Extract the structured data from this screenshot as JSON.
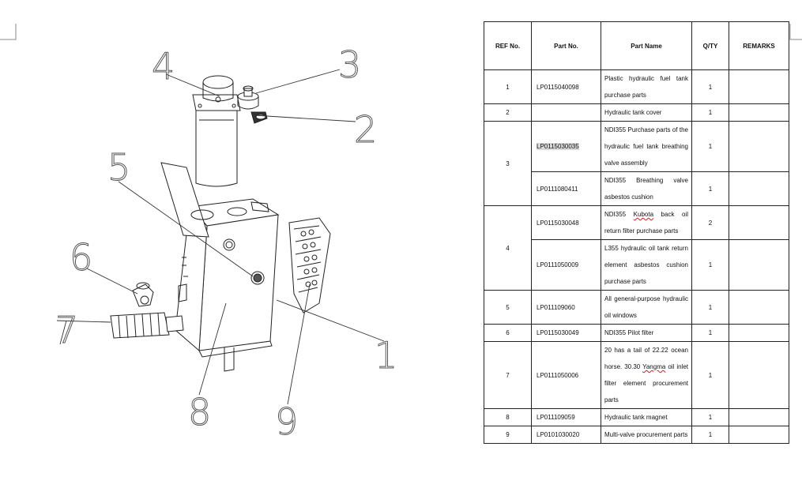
{
  "table": {
    "headers": [
      "REF No.",
      "Part No.",
      "Part Name",
      "Q/TY",
      "REMARKS"
    ],
    "rows": [
      {
        "ref": "1",
        "part_no": "LP0115040098",
        "name": "Plastic hydraulic fuel tank purchase parts",
        "qty": "1",
        "remarks": ""
      },
      {
        "ref": "2",
        "part_no": "",
        "name": "Hydraulic tank cover",
        "qty": "1",
        "remarks": ""
      },
      {
        "ref": "3",
        "part_no": "LP0115030035",
        "name": "NDI355 Purchase parts of the hydraulic fuel tank breathing valve assembly",
        "qty": "1",
        "remarks": ""
      },
      {
        "ref": "",
        "part_no": "LP0111080411",
        "name": "NDI355 Breathing valve asbestos cushion",
        "qty": "1",
        "remarks": ""
      },
      {
        "ref": "4",
        "part_no": "LP0115030048",
        "name_pre": "NDI355 ",
        "name_mark": "Kubota",
        "name_post": " back oil return filter purchase parts",
        "qty": "2",
        "remarks": ""
      },
      {
        "ref": "",
        "part_no": "LP0111050009",
        "name": "L355 hydraulic oil tank return element asbestos cushion purchase parts",
        "qty": "1",
        "remarks": ""
      },
      {
        "ref": "5",
        "part_no": "LP011109060",
        "name": "All general-purpose hydraulic oil windows",
        "qty": "1",
        "remarks": ""
      },
      {
        "ref": "6",
        "part_no": "LP0115030049",
        "name": "NDI355 Pilot filter",
        "qty": "1",
        "remarks": ""
      },
      {
        "ref": "7",
        "part_no": "LP0111050006",
        "name_pre": "20 has a tail of 22.22 ocean horse. 30.30 ",
        "name_mark": "Yangma",
        "name_post": " oil inlet filter element procurement parts",
        "qty": "1",
        "remarks": ""
      },
      {
        "ref": "8",
        "part_no": "LP011109059",
        "name": "Hydraulic tank magnet",
        "qty": "1",
        "remarks": ""
      },
      {
        "ref": "9",
        "part_no": "LP0101030020",
        "name": "Multi-valve procurement parts",
        "qty": "1",
        "remarks": ""
      }
    ]
  },
  "drawing": {
    "callouts": [
      "1",
      "2",
      "3",
      "4",
      "5",
      "6",
      "7",
      "8",
      "9"
    ]
  }
}
